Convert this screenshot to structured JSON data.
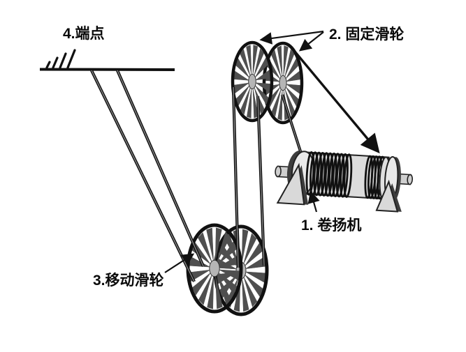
{
  "diagram": {
    "type": "pulley-system-diagram",
    "description": "winch driving a block and tackle: fixed double pulley above, moving double pulley below, rope end anchored to ceiling",
    "labels": {
      "winch": "1. 卷扬机",
      "fixed_pulley": "2. 固定滑轮",
      "moving_pulley": "3.移动滑轮",
      "anchor_point": "4.端点"
    },
    "colors": {
      "background": "#ffffff",
      "line": "#111111",
      "rope_core": "#8a8a8a",
      "spoke": "#4f4f4f",
      "hub": "#b5b5b5",
      "hub_edge": "#333333",
      "metal_light": "#e9e9e9",
      "metal_mid": "#cfcfcf",
      "metal_dark": "#3d3d3d",
      "drum": "#dcdcdc"
    }
  }
}
